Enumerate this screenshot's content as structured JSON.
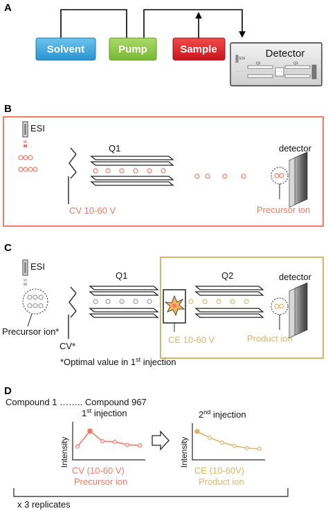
{
  "panels": {
    "A": {
      "letter": "A",
      "nodes": {
        "solvent": "Solvent",
        "pump": "Pump",
        "sample": "Sample",
        "detector": "Detector"
      },
      "detector_mini": {
        "esi": "ESI",
        "q1a": "Q1",
        "q1b": "Q1"
      }
    },
    "B": {
      "letter": "B",
      "esi": "ESI",
      "q1": "Q1",
      "detector": "detector",
      "cv": "CV 10-60 V",
      "ion": "Precursor ion"
    },
    "C": {
      "letter": "C",
      "esi": "ESI",
      "q1": "Q1",
      "q2": "Q2",
      "detector": "detector",
      "precursor": "Precursor ion*",
      "cv": "CV*",
      "ce": "CE 10-60 V",
      "product": "Product ion",
      "note_pre": "*Optimal value in 1",
      "note_sup": "st",
      "note_post": " injection"
    },
    "D": {
      "letter": "D",
      "compounds": "Compound 1 …….. Compound 967",
      "inj1_pre": "1",
      "inj1_sup": "st",
      "inj1_post": " injection",
      "inj2_pre": "2",
      "inj2_sup": "nd",
      "inj2_post": " injection",
      "ylabel": "Intensity",
      "cv_label": "CV (10-60 V)",
      "ce_label": "CE (10-60V)",
      "precursor": "Precursor ion",
      "product": "Product ion",
      "replicates": "x 3 replicates"
    }
  },
  "colors": {
    "solvent": "#3aa6dd",
    "pump": "#8cc63f",
    "sample": "#e31e24",
    "panel_b_border": "#f07a63",
    "panel_c_border": "#d9b56a",
    "precursor_curve": "#f07a63",
    "product_curve": "#d9b56a"
  },
  "chart_data": [
    {
      "type": "line",
      "values": [
        0.35,
        0.78,
        0.5,
        0.48,
        0.4,
        0.38
      ],
      "xlabel": "CV (10-60 V)",
      "ylabel": "Intensity"
    },
    {
      "type": "line",
      "values": [
        0.8,
        0.62,
        0.48,
        0.38,
        0.32,
        0.3
      ],
      "xlabel": "CE (10-60V)",
      "ylabel": "Intensity"
    }
  ]
}
